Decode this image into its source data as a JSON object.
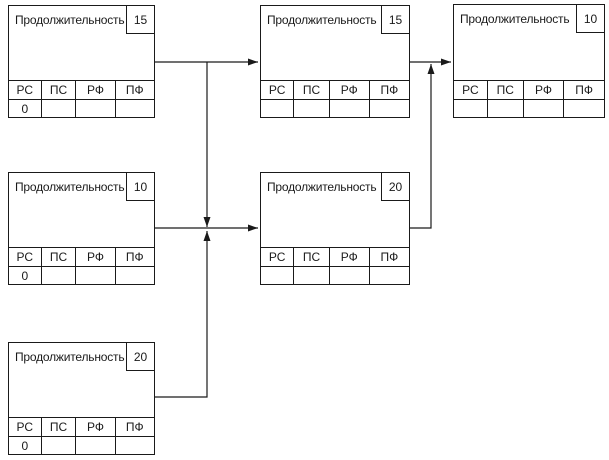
{
  "diagram": {
    "node_label": "Продолжительность",
    "table_headers": [
      "РС",
      "ПС",
      "РФ",
      "ПФ"
    ],
    "nodes": [
      {
        "id": "top-left",
        "duration": "15",
        "cells": [
          "0",
          "",
          "",
          ""
        ]
      },
      {
        "id": "top-middle",
        "duration": "15",
        "cells": [
          "",
          "",
          "",
          ""
        ]
      },
      {
        "id": "top-right",
        "duration": "10",
        "cells": [
          "",
          "",
          "",
          ""
        ]
      },
      {
        "id": "middle-left",
        "duration": "10",
        "cells": [
          "0",
          "",
          "",
          ""
        ]
      },
      {
        "id": "middle-middle",
        "duration": "20",
        "cells": [
          "",
          "",
          "",
          ""
        ]
      },
      {
        "id": "bottom-left",
        "duration": "20",
        "cells": [
          "0",
          "",
          "",
          ""
        ]
      }
    ],
    "colors": {
      "line": "#1a1a1a",
      "background": "#ffffff",
      "text": "#1a1a1a"
    }
  }
}
